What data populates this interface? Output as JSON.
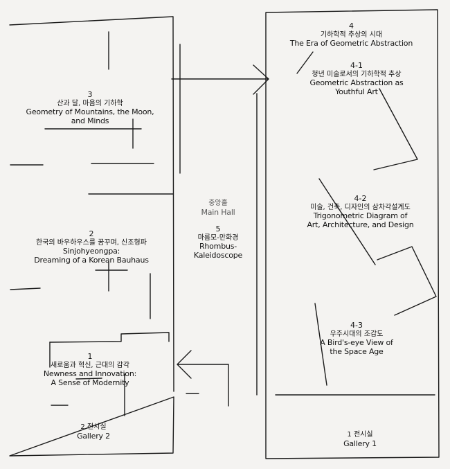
{
  "colors": {
    "background": "#f4f3f1",
    "ink": "#111111",
    "hall_text": "#555555"
  },
  "sections": {
    "s4": {
      "number": "4",
      "korean": "기하학적 추상의 시대",
      "english": [
        "The Era of Geometric Abstraction"
      ]
    },
    "s41": {
      "number": "4-1",
      "korean": "청년 미술로서의 기하학적 추상",
      "english": [
        "Geometric Abstraction as",
        "Youthful Art"
      ]
    },
    "s3": {
      "number": "3",
      "korean": "산과 달, 마음의 기하학",
      "english": [
        "Geometry of Mountains, the Moon,",
        "and Minds"
      ]
    },
    "s42": {
      "number": "4-2",
      "korean": "미술, 건축, 디자인의 삼차각설계도",
      "english": [
        "Trigonometric Diagram of",
        "Art, Architecture, and Design"
      ]
    },
    "s2": {
      "number": "2",
      "korean": "한국의 바우하우스를 꿈꾸며, 신조형파",
      "english": [
        "Sinjohyeongpa:",
        "Dreaming of a Korean Bauhaus"
      ]
    },
    "s5": {
      "number": "5",
      "korean": "마름모-만화경",
      "english": [
        "Rhombus-",
        "Kaleidoscope"
      ]
    },
    "s43": {
      "number": "4-3",
      "korean": "우주시대의 조감도",
      "english": [
        "A Bird's-eye View of",
        "the Space Age"
      ]
    },
    "s1": {
      "number": "1",
      "korean": "새로움과 혁신, 근대의 감각",
      "english": [
        "Newness and Innovation:",
        "A Sense of Modernity"
      ]
    }
  },
  "main_hall": {
    "korean": "중앙홀",
    "english": "Main Hall"
  },
  "gallery2": {
    "korean": "2 전시실",
    "english": "Gallery 2"
  },
  "gallery1": {
    "korean": "1 전시실",
    "english": "Gallery 1"
  }
}
